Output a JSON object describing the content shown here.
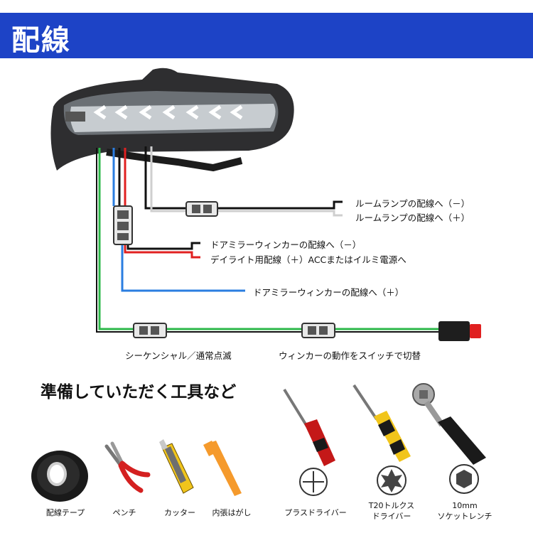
{
  "header": {
    "title": "配線"
  },
  "wiring": {
    "room_lamp_minus": "ルームランプの配線へ（－）",
    "room_lamp_plus": "ルームランプの配線へ（＋）",
    "mirror_winker_minus": "ドアミラーウィンカーの配線へ（－）",
    "daylight": "デイライト用配線（＋）ACCまたはイルミ電源へ",
    "mirror_winker_plus": "ドアミラーウィンカーの配線へ（＋）",
    "sequential": "シーケンシャル／通常点滅",
    "switch_note": "ウィンカーの動作をスイッチで切替"
  },
  "tools": {
    "title": "準備していただく工具など",
    "items": [
      {
        "label": "配線テープ"
      },
      {
        "label": "ペンチ"
      },
      {
        "label": "カッター"
      },
      {
        "label": "内張はがし"
      },
      {
        "label": "プラスドライバー"
      },
      {
        "label_line1": "T20トルクス",
        "label_line2": "ドライバー"
      },
      {
        "label_line1": "10mm",
        "label_line2": "ソケットレンチ"
      }
    ]
  },
  "colors": {
    "header_bg": "#1d43c6",
    "wire_black": "#111111",
    "wire_white": "#cfcfcf",
    "wire_red": "#e02020",
    "wire_blue": "#2a7de0",
    "wire_green": "#2db84a"
  }
}
